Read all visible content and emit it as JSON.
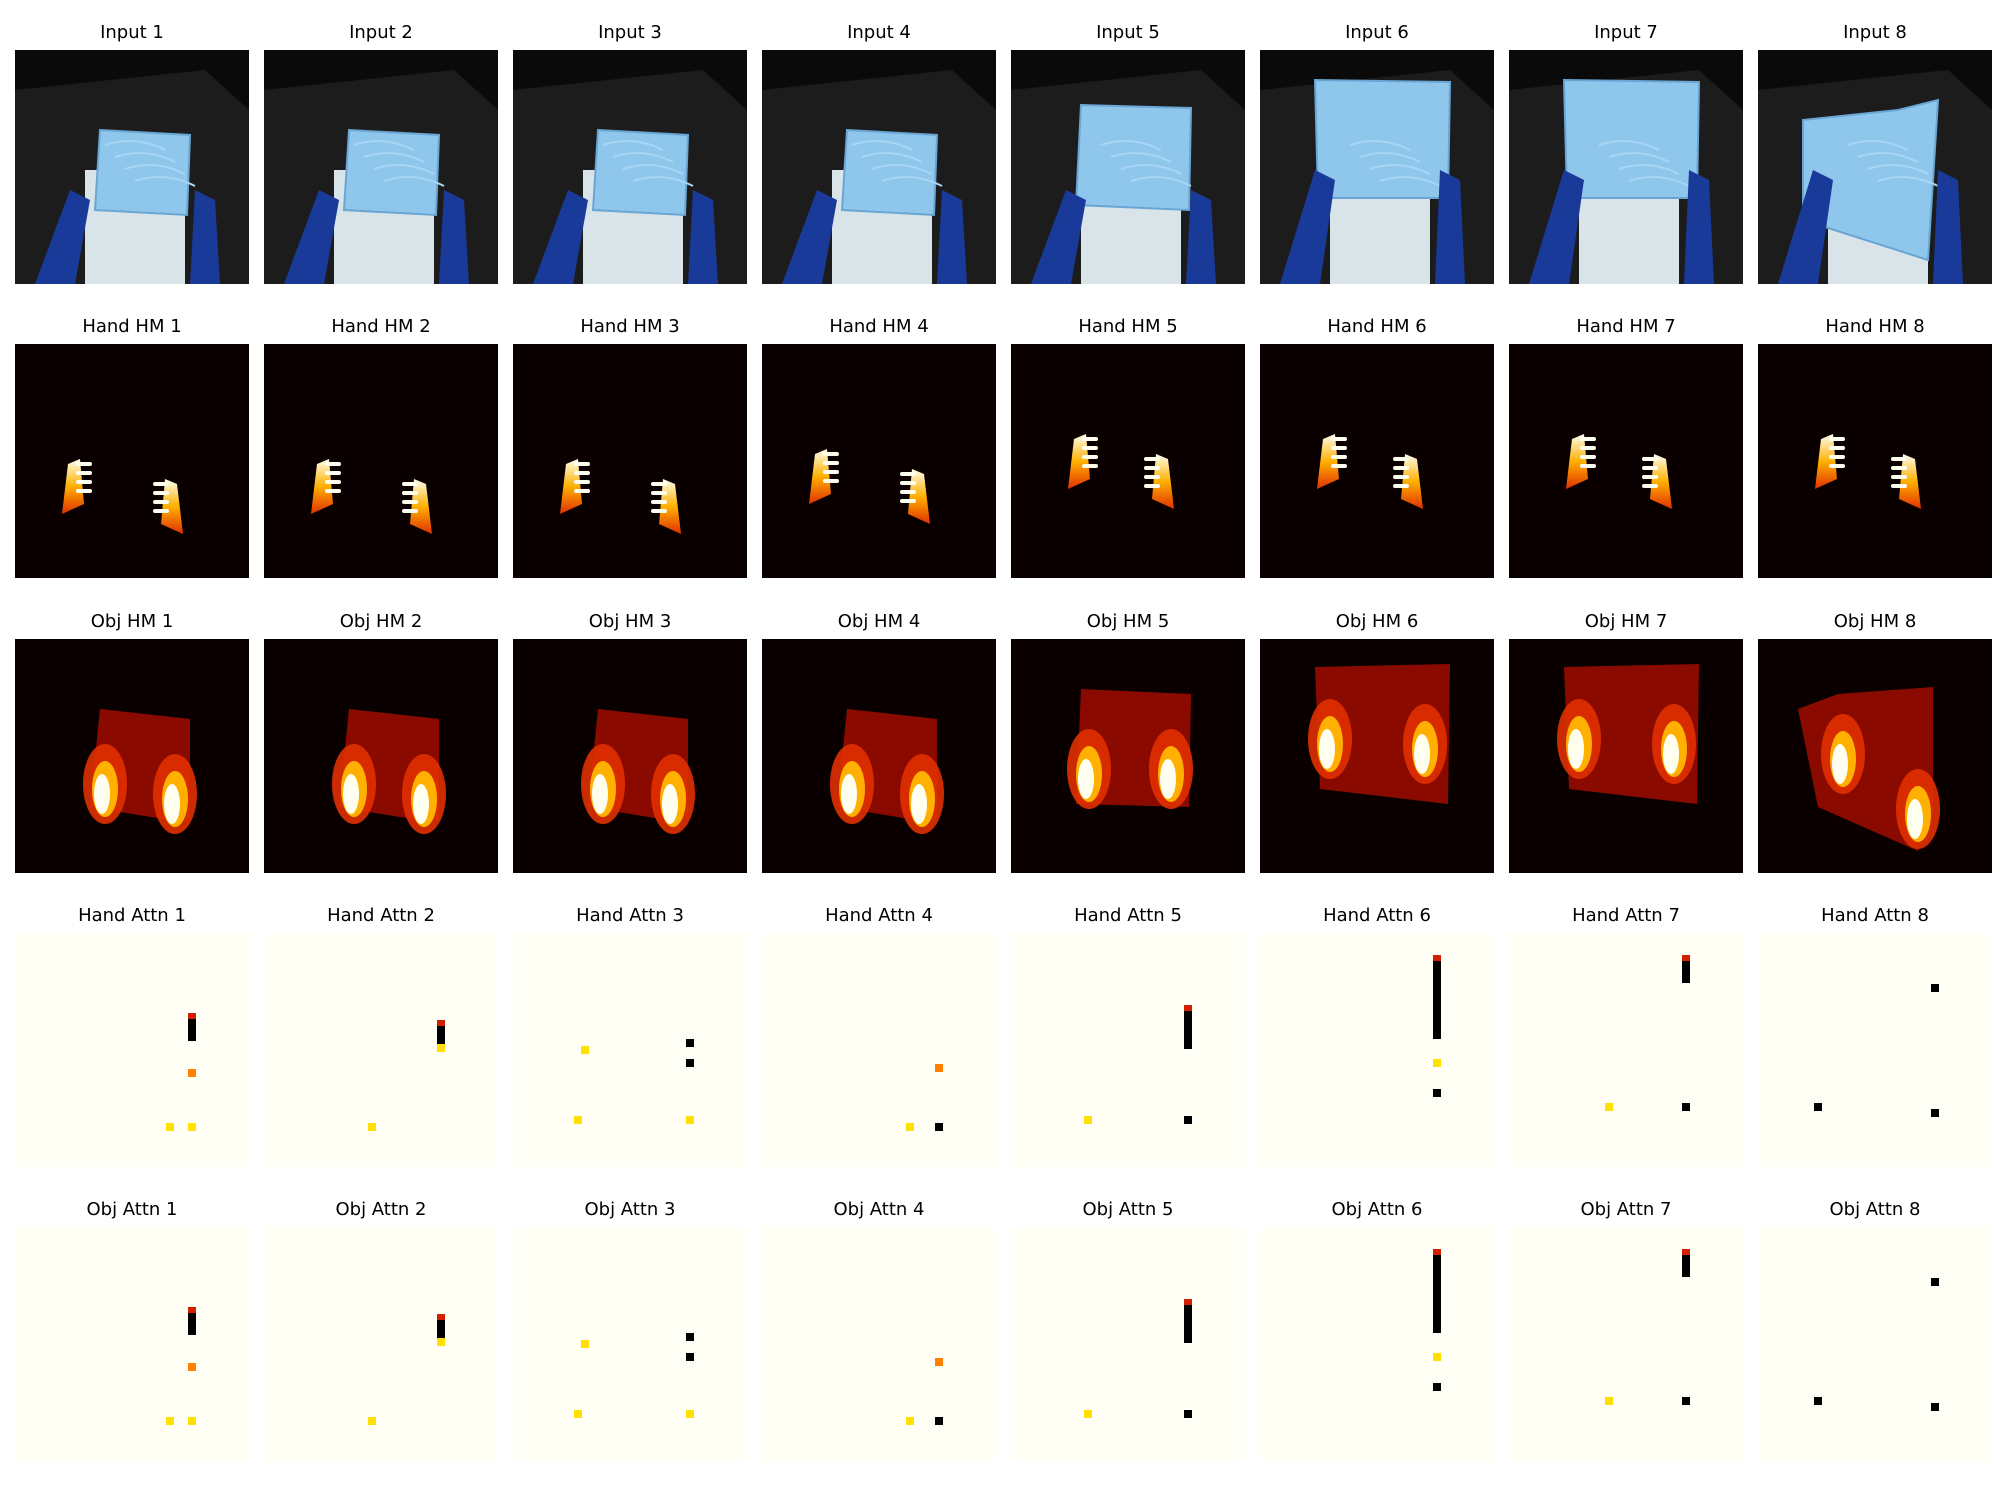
{
  "rows": [
    {
      "kind": "photo",
      "titles": [
        "Input 1",
        "Input 2",
        "Input 3",
        "Input 4",
        "Input 5",
        "Input 6",
        "Input 7",
        "Input 8"
      ],
      "frames": [
        {
          "box": "small",
          "hands": "low"
        },
        {
          "box": "small",
          "hands": "low"
        },
        {
          "box": "small",
          "hands": "low"
        },
        {
          "box": "small",
          "hands": "low"
        },
        {
          "box": "mid",
          "hands": "low"
        },
        {
          "box": "large",
          "hands": "mid"
        },
        {
          "box": "large",
          "hands": "mid"
        },
        {
          "box": "tilted",
          "hands": "mid"
        }
      ]
    },
    {
      "kind": "hand",
      "titles": [
        "Hand HM 1",
        "Hand HM 2",
        "Hand HM 3",
        "Hand HM 4",
        "Hand HM 5",
        "Hand HM 6",
        "Hand HM 7",
        "Hand HM 8"
      ]
    },
    {
      "kind": "obj",
      "titles": [
        "Obj HM 1",
        "Obj HM 2",
        "Obj HM 3",
        "Obj HM 4",
        "Obj HM 5",
        "Obj HM 6",
        "Obj HM 7",
        "Obj HM 8"
      ]
    },
    {
      "kind": "attn",
      "titles": [
        "Hand Attn 1",
        "Hand Attn 2",
        "Hand Attn 3",
        "Hand Attn 4",
        "Hand Attn 5",
        "Hand Attn 6",
        "Hand Attn 7",
        "Hand Attn 8"
      ]
    },
    {
      "kind": "attn",
      "titles": [
        "Obj Attn 1",
        "Obj Attn 2",
        "Obj Attn 3",
        "Obj Attn 4",
        "Obj Attn 5",
        "Obj Attn 6",
        "Obj Attn 7",
        "Obj Attn 8"
      ]
    }
  ],
  "colors": {
    "background": "#ffffff",
    "photo_bg": "#0a0a0a",
    "box": "#8fc6ec",
    "box_edge": "#6aa6d4",
    "glove": "#1a3a9a",
    "heat_bg": "#0a0000",
    "heat_dark": "#8b0a00",
    "heat_mid": "#e03000",
    "heat_hot": "#ffb000",
    "heat_white": "#fffff0",
    "attn_bg": "#fffff6"
  }
}
